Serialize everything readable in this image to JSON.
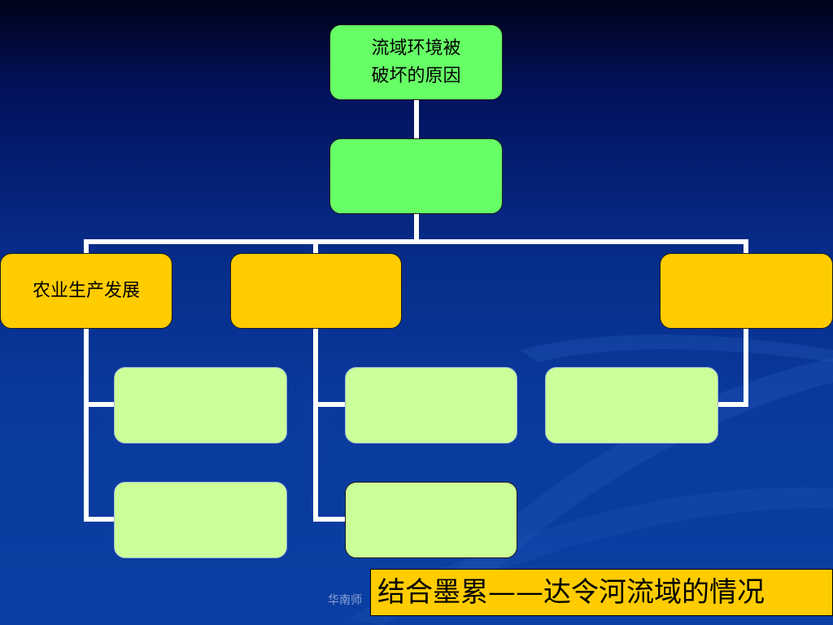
{
  "diagram": {
    "root": {
      "label": "流域环境被\n破坏的原因"
    },
    "second_level": {
      "label": ""
    },
    "branches": [
      {
        "label": "农业生产发展",
        "children": [
          "",
          ""
        ]
      },
      {
        "label": "",
        "children": [
          "",
          ""
        ]
      },
      {
        "label": "",
        "children": [
          ""
        ]
      }
    ]
  },
  "footer": {
    "text": "华南师"
  },
  "caption": {
    "text": "结合墨累——达令河流域的情况"
  },
  "colors": {
    "root_fill": "#66ff66",
    "branch_fill": "#ffcc00",
    "leaf_fill": "#ccff99",
    "connector": "#ffffff",
    "caption_fill": "#ffcc00"
  }
}
